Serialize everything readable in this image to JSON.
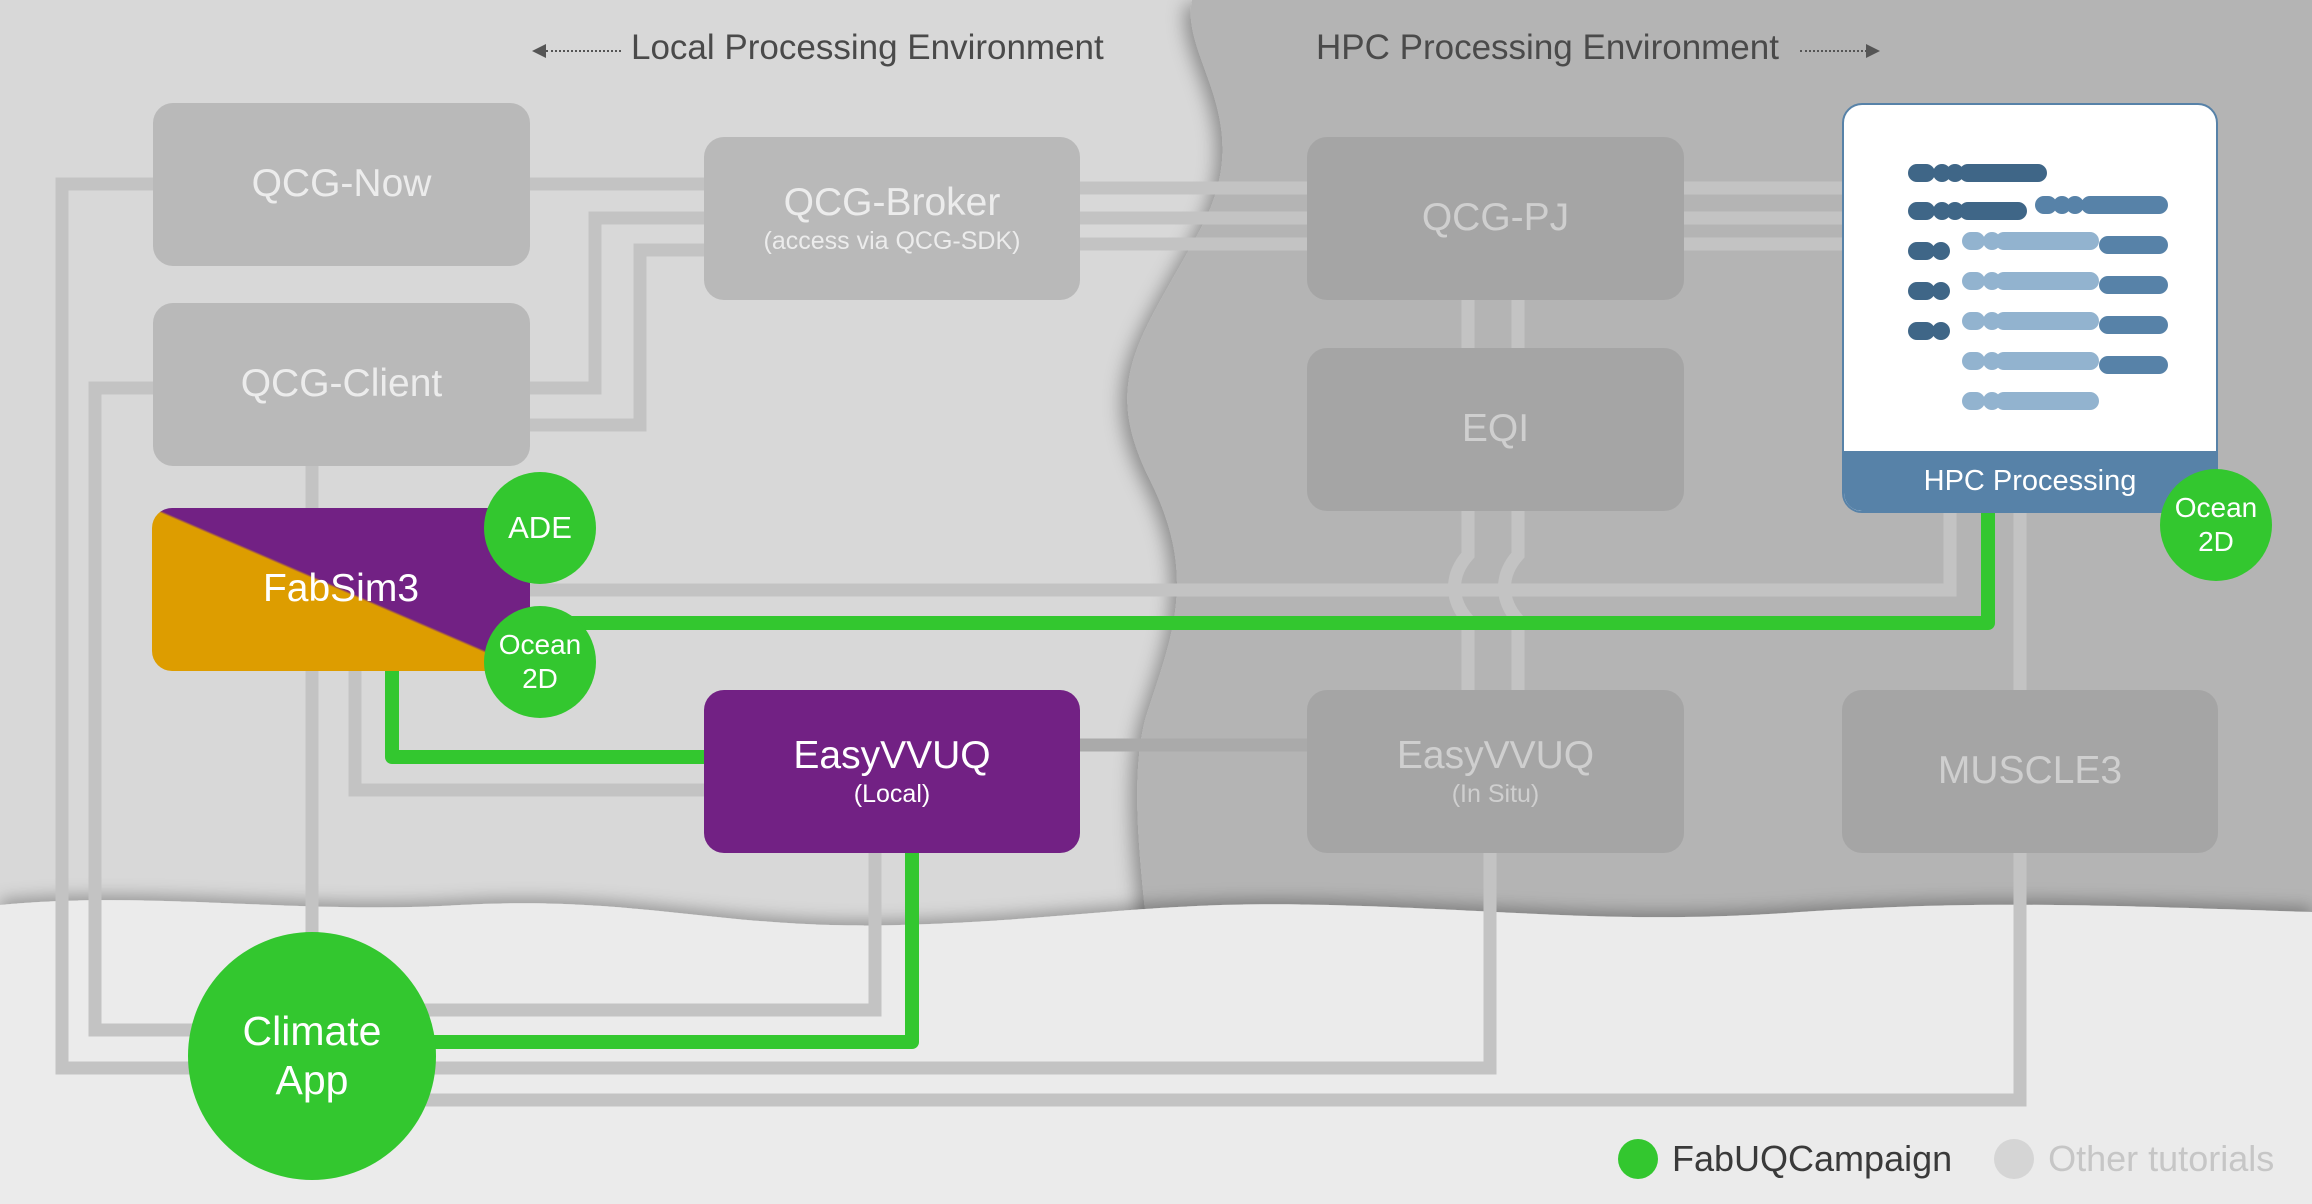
{
  "environments": {
    "local": "Local Processing Environment",
    "hpc": "HPC Processing Environment"
  },
  "nodes": {
    "qcg_now": "QCG-Now",
    "qcg_client": "QCG-Client",
    "qcg_broker": {
      "title": "QCG-Broker",
      "subtitle": "(access via QCG-SDK)"
    },
    "qcg_pj": "QCG-PJ",
    "eqi": "EQI",
    "fabsim3": "FabSim3",
    "easyvvuq_local": {
      "title": "EasyVVUQ",
      "subtitle": "(Local)"
    },
    "easyvvuq_insitu": {
      "title": "EasyVVUQ",
      "subtitle": "(In Situ)"
    },
    "muscle3": "MUSCLE3",
    "hpc_processing": "HPC Processing",
    "climate_app": "Climate\nApp"
  },
  "badges": {
    "ade": "ADE",
    "ocean2d_fabsim": "Ocean\n2D",
    "ocean2d_hpc": "Ocean\n2D"
  },
  "legend": {
    "fabuq": "FabUQCampaign",
    "other": "Other tutorials"
  },
  "colors": {
    "green": "#33c72f",
    "purple": "#722184",
    "orange": "#dd9d00",
    "hpc_blue": "#5782a8",
    "local_bg": "#d8d8d8",
    "hpc_bg": "#b4b4b4",
    "bottom_bg": "#ebebeb"
  },
  "icons": {
    "hpc_processing": "hpc-bars-icon"
  }
}
